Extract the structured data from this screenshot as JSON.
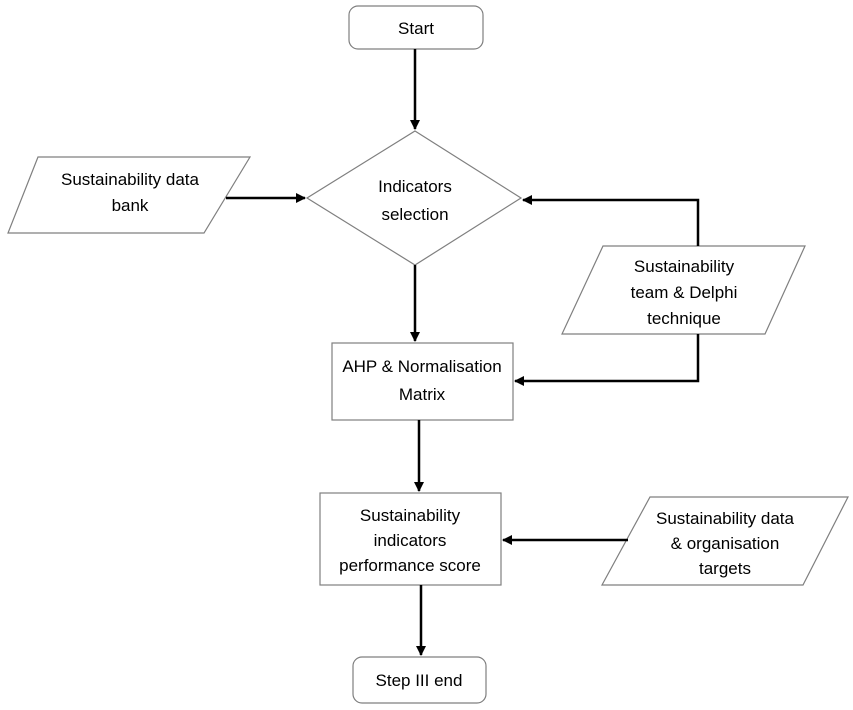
{
  "nodes": {
    "start": {
      "text": "Start"
    },
    "indicators_selection": {
      "line1": "Indicators",
      "line2": "selection"
    },
    "data_bank": {
      "line1": "Sustainability data",
      "line2": "bank"
    },
    "team_delphi": {
      "line1": "Sustainability",
      "line2": "team & Delphi",
      "line3": "technique"
    },
    "ahp_matrix": {
      "line1": "AHP & Normalisation",
      "line2": "Matrix"
    },
    "performance_score": {
      "line1": "Sustainability",
      "line2": "indicators",
      "line3": "performance score"
    },
    "data_targets": {
      "line1": "Sustainability data",
      "line2": "& organisation",
      "line3": "targets"
    },
    "end": {
      "text": "Step III end"
    }
  },
  "colors": {
    "shape_stroke": "#7f7f7f",
    "arrow": "#000000",
    "text": "#000000",
    "background": "#ffffff"
  }
}
